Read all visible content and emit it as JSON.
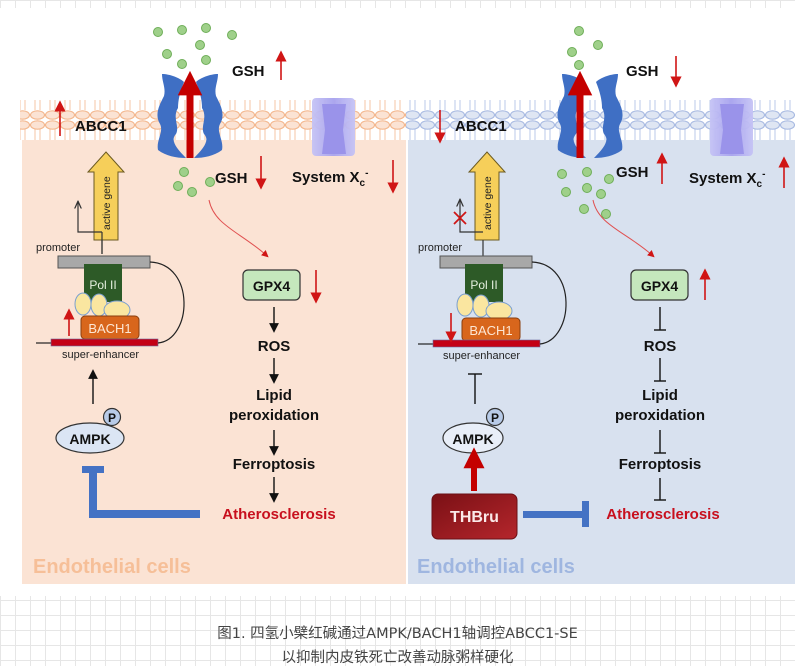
{
  "left_panel": {
    "cell_label": "Endothelial cells",
    "abcc1": "ABCC1",
    "gsh_out": "GSH",
    "gsh_in": "GSH",
    "system_xc": "System X",
    "system_xc_sub": "c",
    "system_xc_sup": "-",
    "active_gene": "active gene",
    "promoter": "promoter",
    "pol2": "Pol II",
    "bach1": "BACH1",
    "super_enhancer": "super-enhancer",
    "ampk": "AMPK",
    "p": "P",
    "gpx4": "GPX4",
    "ros": "ROS",
    "lipid": "Lipid",
    "peroxidation": "peroxidation",
    "ferroptosis": "Ferroptosis",
    "atherosclerosis": "Atherosclerosis",
    "arrows": {
      "abcc1": "up",
      "gsh_out": "up",
      "gsh_in": "down",
      "system_xc": "down",
      "bach1": "up",
      "gpx4": "down"
    }
  },
  "right_panel": {
    "cell_label": "Endothelial cells",
    "abcc1": "ABCC1",
    "gsh_out": "GSH",
    "gsh_in": "GSH",
    "system_xc": "System X",
    "system_xc_sub": "c",
    "system_xc_sup": "-",
    "active_gene": "active gene",
    "promoter": "promoter",
    "pol2": "Pol II",
    "bach1": "BACH1",
    "super_enhancer": "super-enhancer",
    "ampk": "AMPK",
    "p": "P",
    "gpx4": "GPX4",
    "ros": "ROS",
    "lipid": "Lipid",
    "peroxidation": "peroxidation",
    "ferroptosis": "Ferroptosis",
    "atherosclerosis": "Atherosclerosis",
    "thbru": "THBru",
    "arrows": {
      "abcc1": "down",
      "gsh_out": "down",
      "gsh_in": "up",
      "system_xc": "up",
      "bach1": "down",
      "gpx4": "up"
    }
  },
  "colors": {
    "left_bg": "#fbe3d4",
    "right_bg": "#d8e1ef",
    "left_label": "#f6bf98",
    "right_label": "#9fb6e0",
    "red_arrow": "#cc0000",
    "channel_blue": "#3f6fc4",
    "gsh_green": "#9fd08a",
    "gpx4_fill": "#c5e7bd",
    "thbru": "#a31f24"
  },
  "caption": {
    "line1": "图1. 四氢小檗红碱通过AMPK/BACH1轴调控ABCC1-SE",
    "line2": "以抑制内皮铁死亡改善动脉粥样硬化"
  }
}
